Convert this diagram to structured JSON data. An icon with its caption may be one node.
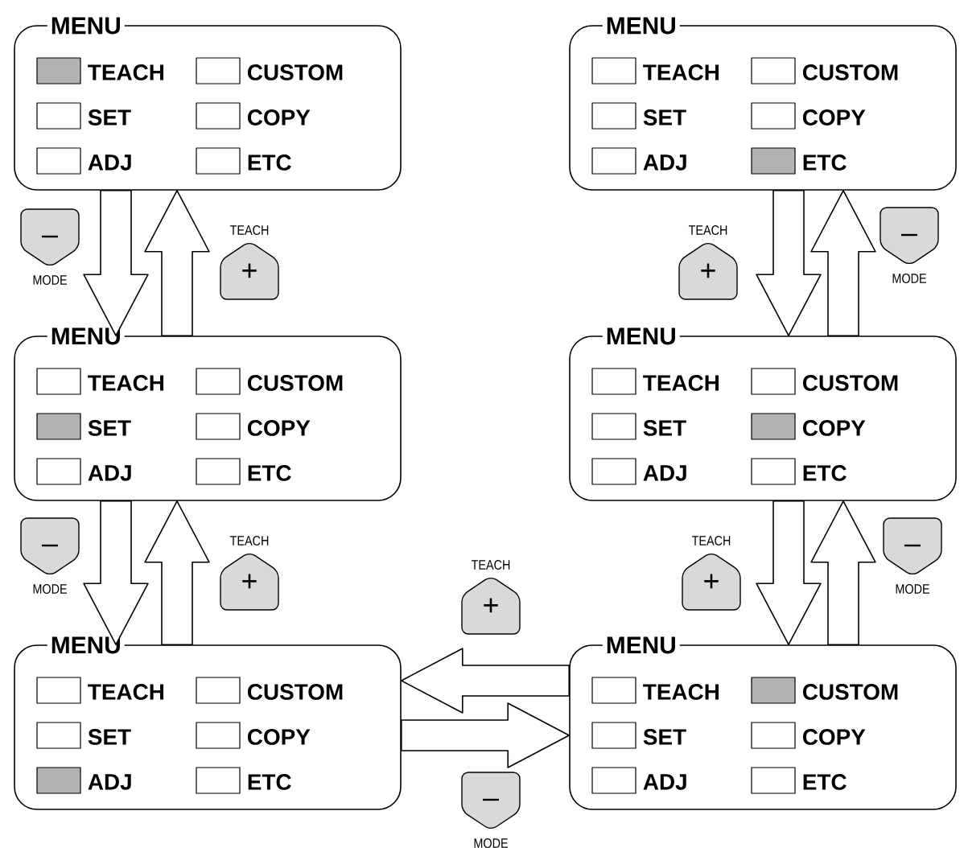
{
  "diagram": {
    "nodes": [
      {
        "text": [
          "MENU",
          "TEACH",
          "CUSTOM",
          "SET",
          "COPY",
          "ADJ",
          "ETC"
        ]
      },
      {
        "text": [
          "MENU",
          "TEACH",
          "CUSTOM",
          "SET",
          "COPY",
          "ADJ",
          "ETC"
        ]
      },
      {
        "text": [
          "–"
        ],
        "beside": [
          "MODE"
        ]
      },
      {
        "text": [
          "+"
        ],
        "beside": [
          "TEACH"
        ]
      },
      {
        "text": [
          "+"
        ],
        "beside": [
          "TEACH"
        ]
      },
      {
        "text": [
          "–"
        ],
        "beside": [
          "MODE"
        ]
      },
      {
        "text": [
          "MENU",
          "TEACH",
          "CUSTOM",
          "SET",
          "COPY",
          "ADJ",
          "ETC"
        ]
      },
      {
        "text": [
          "MENU",
          "TEACH",
          "CUSTOM",
          "SET",
          "COPY",
          "ADJ",
          "ETC"
        ]
      },
      {
        "text": [
          "–"
        ],
        "beside": [
          "MODE"
        ]
      },
      {
        "text": [
          "+"
        ],
        "beside": [
          "TEACH"
        ]
      },
      {
        "text": [
          "+"
        ],
        "beside": [
          "TEACH"
        ]
      },
      {
        "text": [
          "+"
        ],
        "beside": [
          "TEACH"
        ]
      },
      {
        "text": [
          "–"
        ],
        "beside": [
          "MODE"
        ]
      },
      {
        "text": [
          "MENU",
          "TEACH",
          "CUSTOM",
          "SET",
          "COPY",
          "ADJ",
          "ETC"
        ]
      },
      {
        "text": [
          "MENU",
          "TEACH",
          "CUSTOM",
          "SET",
          "COPY",
          "ADJ",
          "ETC"
        ]
      },
      {
        "text": [
          "–"
        ],
        "beside": [
          "MODE"
        ]
      }
    ],
    "edges": [
      {
        "from": 0,
        "to": 6,
        "arrow": "to"
      },
      {
        "from": 6,
        "to": 0,
        "arrow": "to"
      },
      {
        "from": 6,
        "to": 13,
        "arrow": "to"
      },
      {
        "from": 13,
        "to": 6,
        "arrow": "to"
      },
      {
        "from": 1,
        "to": 7,
        "arrow": "to"
      },
      {
        "from": 7,
        "to": 1,
        "arrow": "to"
      },
      {
        "from": 7,
        "to": 14,
        "arrow": "to"
      },
      {
        "from": 14,
        "to": 7,
        "arrow": "to"
      },
      {
        "from": 14,
        "to": 13,
        "arrow": "to"
      },
      {
        "from": 13,
        "to": 14,
        "arrow": "to"
      }
    ]
  }
}
